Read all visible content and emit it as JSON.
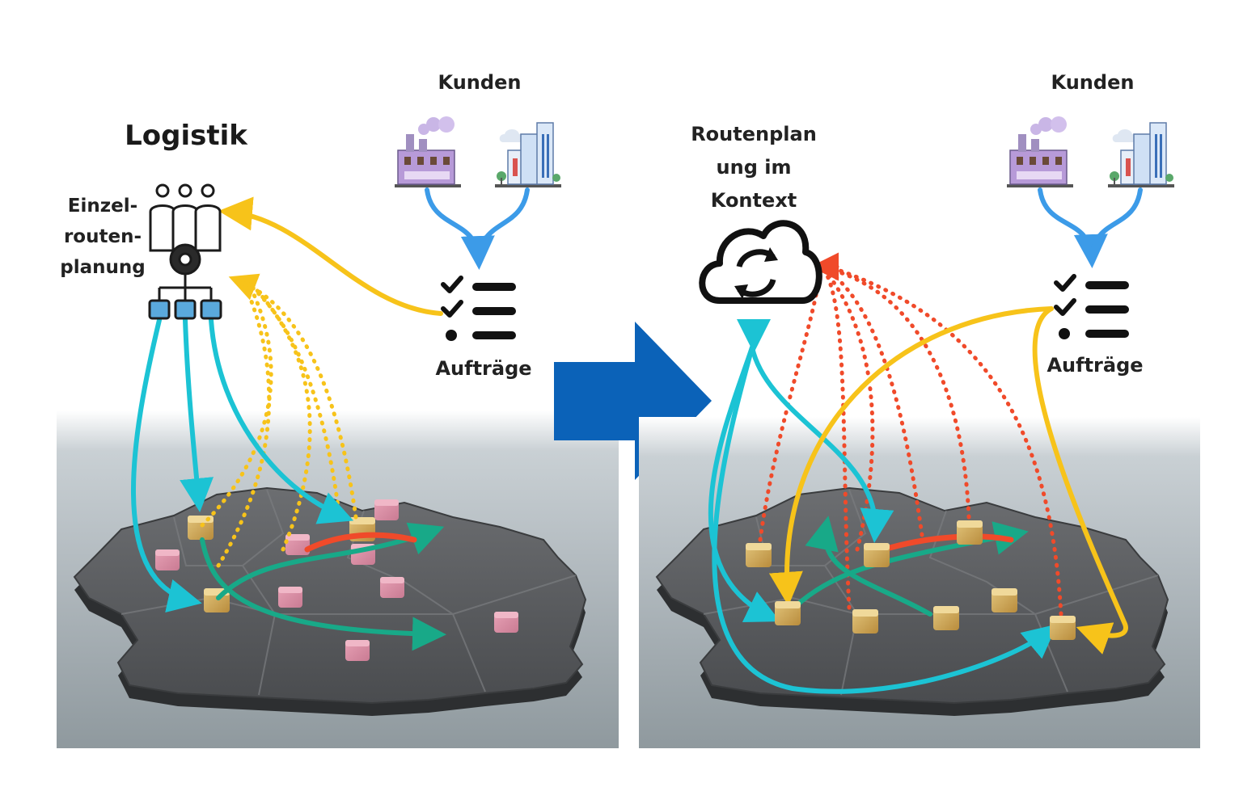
{
  "left": {
    "title": "Logistik",
    "planning_label_lines": [
      "Einzel-",
      "routen-",
      "planung"
    ],
    "customers_label": "Kunden",
    "orders_label": "Aufträge"
  },
  "right": {
    "title_lines": [
      "Routenplan",
      "ung im",
      "Kontext"
    ],
    "customers_label": "Kunden",
    "orders_label": "Aufträge"
  },
  "colors": {
    "assignment_arrow": "#1cc3d4",
    "order_flow_arrow": "#f7c31a",
    "transfer_arrow": "#18a988",
    "conflict_arrow": "#f04a2a",
    "customer_arrow": "#3c9be8",
    "transition_arrow": "#0b62b8",
    "map_fill": "#55575a"
  },
  "icons": {
    "logistics": "team-gear-network-icon",
    "customer_factory": "factory-icon",
    "customer_city": "city-buildings-icon",
    "orders": "checklist-icon",
    "context_planning": "cloud-sync-icon",
    "package": "package-box-icon"
  }
}
